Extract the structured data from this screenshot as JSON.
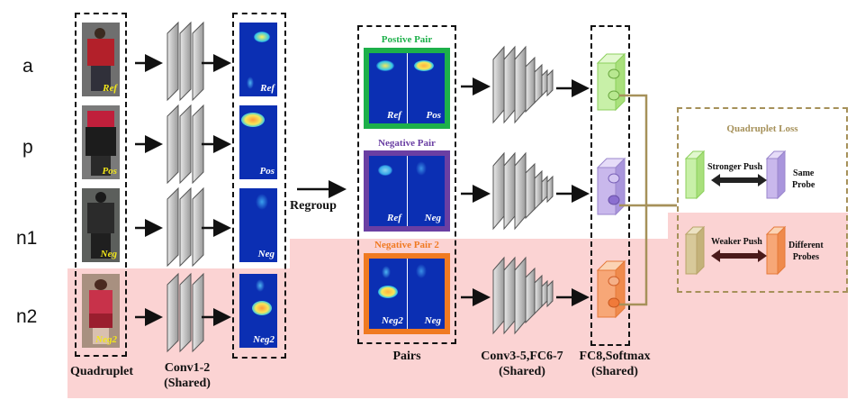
{
  "rows": [
    "a",
    "p",
    "n1",
    "n2"
  ],
  "input_labels": [
    "Ref",
    "Pos",
    "Neg",
    "Neg2"
  ],
  "heatmap_labels": [
    "Ref",
    "Pos",
    "Neg",
    "Neg2"
  ],
  "regroup_label": "Regroup",
  "pairs": [
    {
      "title": "Postive Pair",
      "left": "Ref",
      "right": "Pos",
      "color": "#1db04a"
    },
    {
      "title": "Negative Pair",
      "left": "Ref",
      "right": "Neg",
      "color": "#6a3fa3"
    },
    {
      "title": "Negative Pair 2",
      "left": "Neg2",
      "right": "Neg",
      "color": "#f07a22"
    }
  ],
  "captions": {
    "quadruplet": "Quadruplet",
    "conv12_line1": "Conv1-2",
    "conv12_line2": "(Shared)",
    "pairs": "Pairs",
    "conv35_line1": "Conv3-5,FC6-7",
    "conv35_line2": "(Shared)",
    "fc8_line1": "FC8,Softmax",
    "fc8_line2": "(Shared)"
  },
  "loss": {
    "title": "Quadruplet Loss",
    "stronger": "Stronger Push",
    "same_line1": "Same",
    "same_line2": "Probe",
    "weaker": "Weaker Push",
    "different_line1": "Different",
    "different_line2": "Probes"
  },
  "colors": {
    "highlight": "#fbd3d3",
    "loss_border": "#a6915a",
    "fc_green": "#c8f0a8",
    "fc_purple": "#c9b8ec",
    "fc_orange": "#f7a777",
    "fc_olive": "#d8c99a"
  }
}
